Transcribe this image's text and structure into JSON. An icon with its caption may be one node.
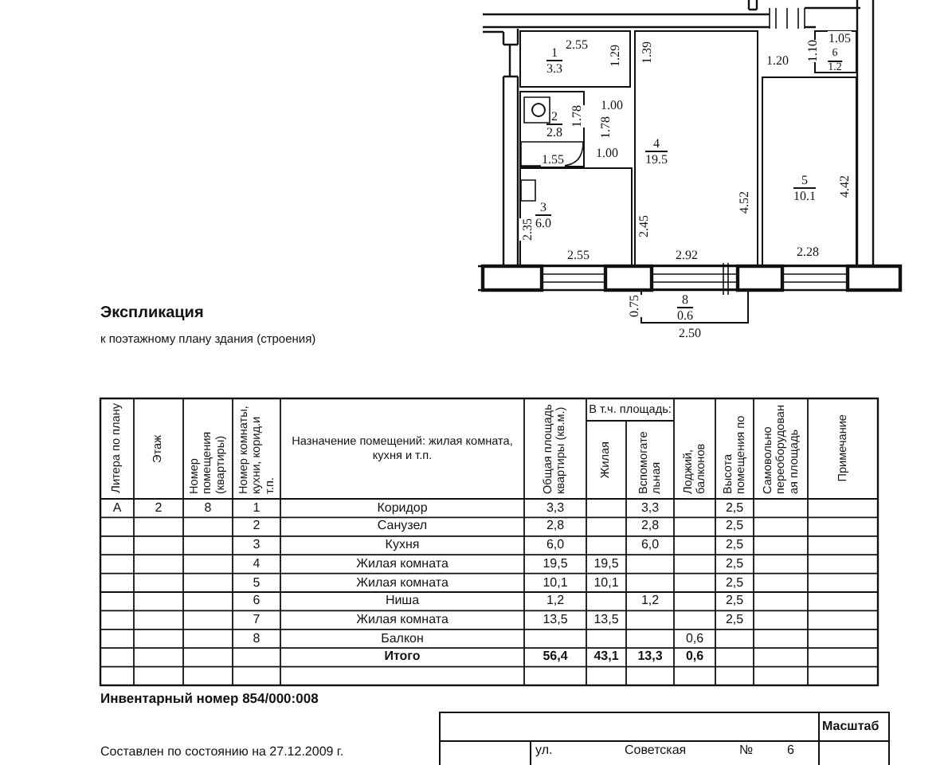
{
  "diagram": {
    "title": "Экспликация",
    "nodes": [
      {
        "text": [
          "1",
          "3.3"
        ]
      },
      {
        "text": [
          "2",
          "2.8"
        ]
      },
      {
        "text": [
          "3",
          "6.0"
        ]
      },
      {
        "text": [
          "4",
          "19.5"
        ]
      },
      {
        "text": [
          "5",
          "10.1"
        ]
      },
      {
        "text": [
          "6",
          "1.2"
        ]
      },
      {
        "text": [
          "8",
          "0.6"
        ]
      }
    ],
    "labels": [
      "2.55",
      "1.05",
      "1.29",
      "1.39",
      "1.10",
      "1.20",
      "1.00",
      "1.78",
      "1.78",
      "1.55",
      "1.00",
      "4.52",
      "4.42",
      "2.35",
      "2.45",
      "2.55",
      "2.92",
      "2.28",
      "0.75",
      "2.50",
      "к поэтажному плану здания (строения)",
      "Литера по плану",
      "Этаж",
      "Номер помещения (квартиры)",
      "Номер комнаты, кухни, корид.и т.п.",
      "Назначение помещений: жилая комната, кухня и т.п.",
      "Общая площадь квартиры (кв.м.)",
      "В т.ч. площадь:",
      "Жилая",
      "Вспомогате льная",
      "Лоджий, балконов",
      "Высота помещения по",
      "Самовольно переоборудован ая площадь",
      "Примечание",
      "А",
      "2",
      "8",
      "1",
      "Коридор",
      "3,3",
      "3,3",
      "2,5",
      "2",
      "Санузел",
      "2,8",
      "2,8",
      "2,5",
      "3",
      "Кухня",
      "6,0",
      "6,0",
      "2,5",
      "4",
      "Жилая комната",
      "19,5",
      "19,5",
      "2,5",
      "5",
      "Жилая комната",
      "10,1",
      "10,1",
      "2,5",
      "6",
      "Ниша",
      "1,2",
      "1,2",
      "2,5",
      "7",
      "Жилая комната",
      "13,5",
      "13,5",
      "2,5",
      "8",
      "Балкон",
      "0,6",
      "Итого",
      "56,4",
      "43,1",
      "13,3",
      "0,6",
      "Инвентарный номер 854/000:008",
      "Составлен по состоянию на 27.12.2009 г.",
      "Масштаб",
      "ул.",
      "Советская",
      "№",
      "6"
    ]
  }
}
